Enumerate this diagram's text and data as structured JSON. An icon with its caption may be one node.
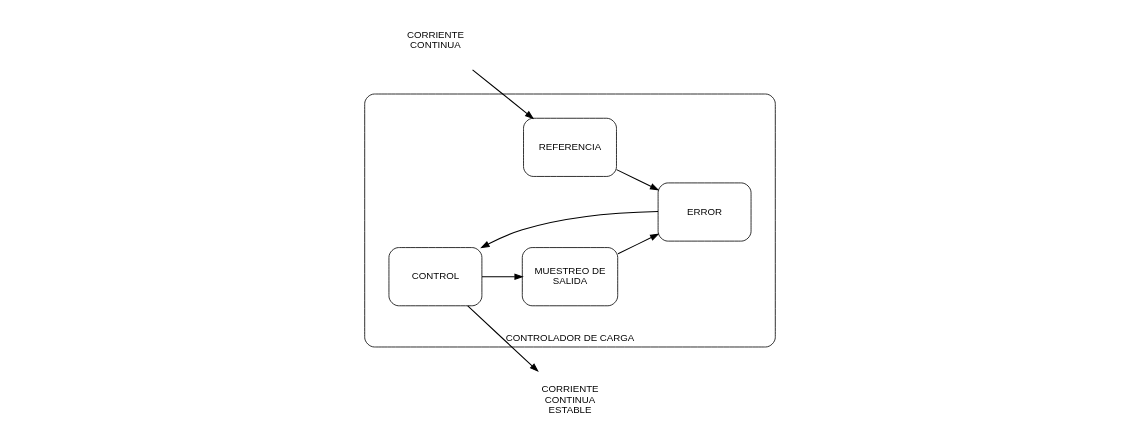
{
  "diagram": {
    "nodes": [
      {
        "text": [
          "CONTROLADOR DE CARGA"
        ]
      },
      {
        "text": [
          "CONTROL"
        ],
        "in": 0
      },
      {
        "text": [
          "REFERENCIA"
        ],
        "in": 0
      },
      {
        "text": [
          "ERROR"
        ],
        "in": 0
      },
      {
        "text": [
          "MUESTREO DE SALIDA"
        ],
        "in": 0
      },
      {
        "text": [
          "CORRIENTE CONTINUA"
        ]
      },
      {
        "text": [
          "CORRIENTE CONTINUA ESTABLE"
        ]
      }
    ],
    "edges": [
      {
        "from": 5,
        "to": 2,
        "arrow": "to"
      },
      {
        "from": 2,
        "to": 3,
        "arrow": "to"
      },
      {
        "from": 4,
        "to": 3,
        "arrow": "to"
      },
      {
        "from": 3,
        "to": 1,
        "arrow": "to"
      },
      {
        "from": 1,
        "to": 6,
        "arrow": "to"
      },
      {
        "from": 1,
        "to": 4,
        "arrow": "to"
      }
    ]
  }
}
